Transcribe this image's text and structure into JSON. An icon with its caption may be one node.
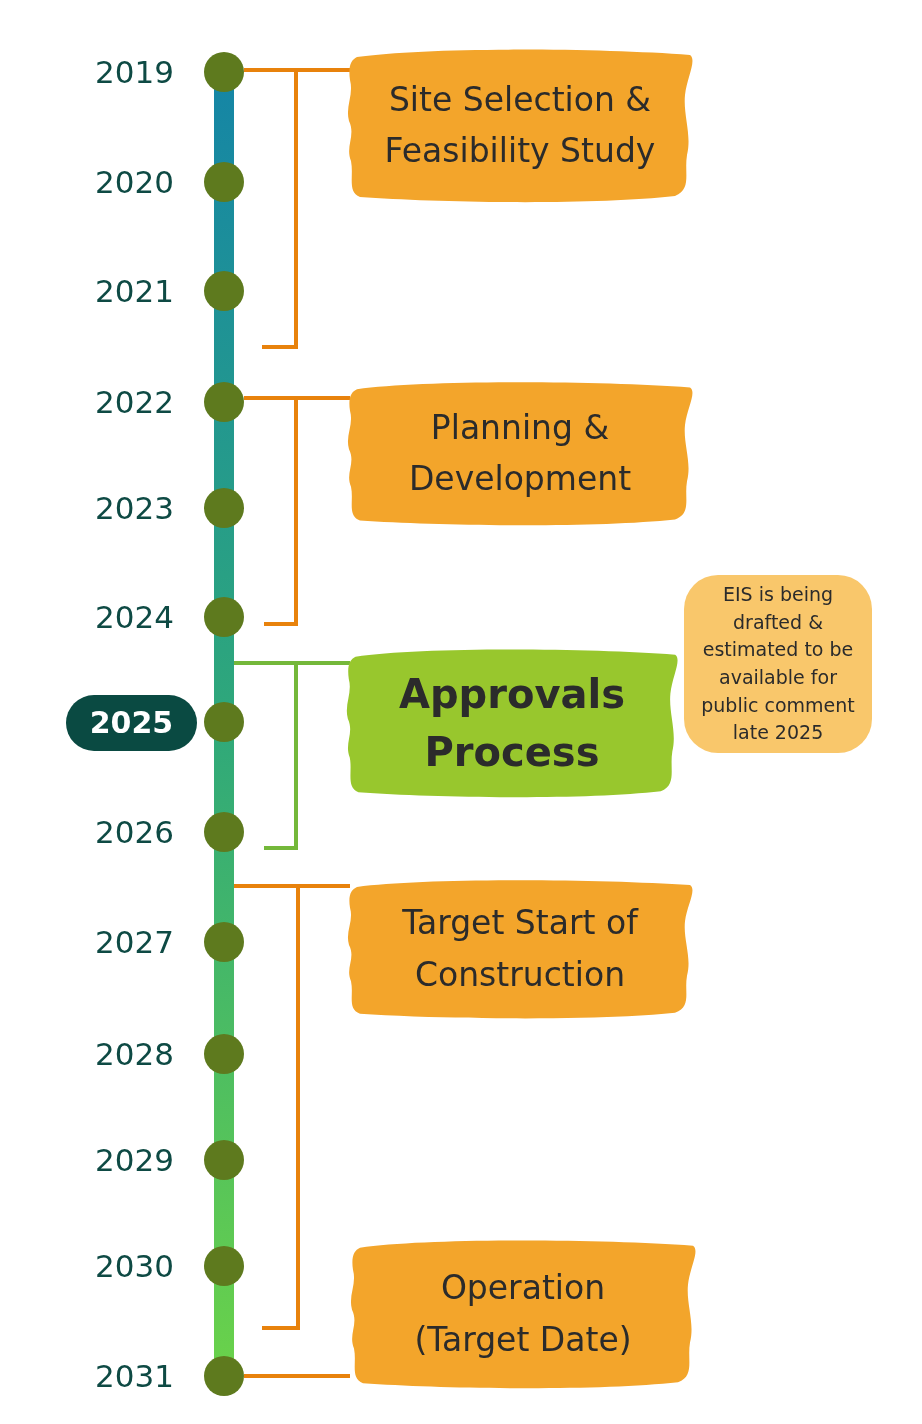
{
  "diagram": {
    "nodes": [
      {
        "text": [
          "Site Selection & Feasibility Study"
        ]
      },
      {
        "text": [
          "Planning & Development"
        ]
      },
      {
        "text": [
          "EIS is being drafted & estimated to be available for public comment late 2025"
        ]
      },
      {
        "text": [
          "Approvals Process"
        ]
      },
      {
        "text": [
          "2025"
        ]
      },
      {
        "text": [
          "Target Start of Construction"
        ]
      },
      {
        "text": [
          "Operation (Target Date)"
        ]
      }
    ],
    "edges": [],
    "labels": [
      "2019",
      "2020",
      "2021",
      "2022",
      "2023",
      "2024",
      "2026",
      "2027",
      "2028",
      "2029",
      "2030",
      "2031"
    ]
  }
}
